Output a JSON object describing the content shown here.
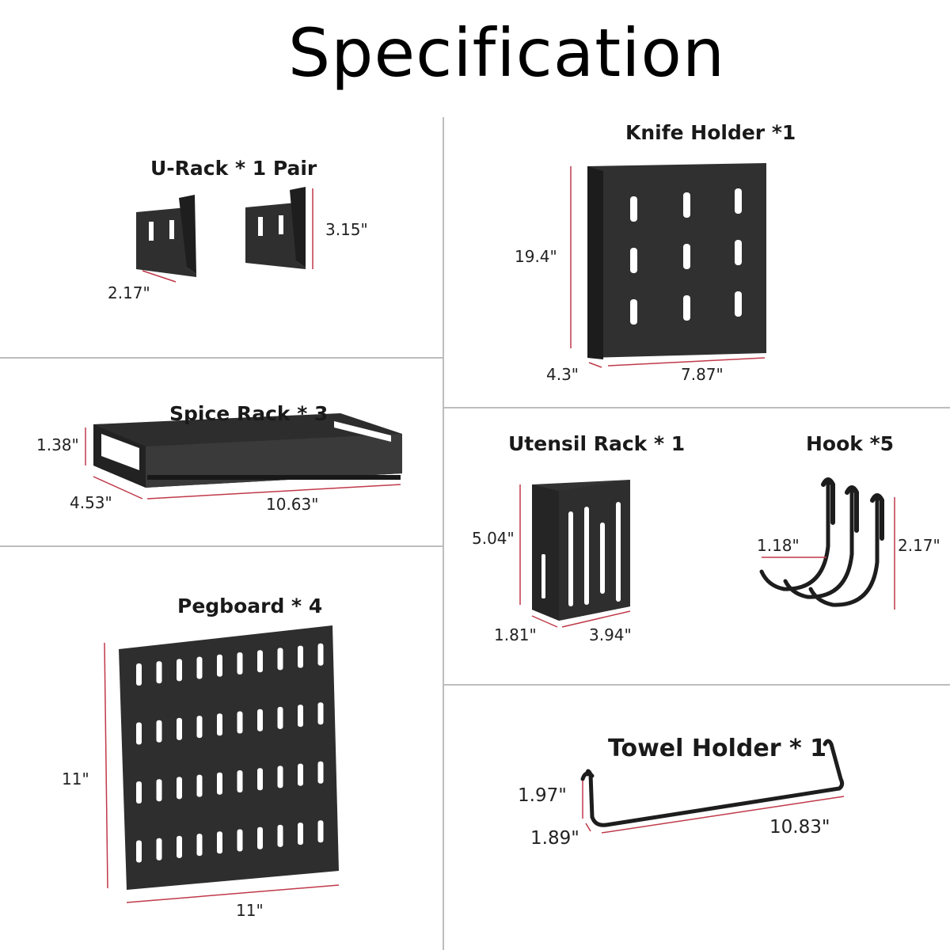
{
  "title": "Specification",
  "items": {
    "u_rack": {
      "label": "U-Rack * 1 Pair",
      "dims": [
        "3.15\"",
        "2.17\""
      ]
    },
    "knife_holder": {
      "label": "Knife Holder *1",
      "dims": [
        "19.4\"",
        "4.3\"",
        "7.87\""
      ]
    },
    "spice_rack": {
      "label": "Spice Rack * 3",
      "dims": [
        "1.38\"",
        "4.53\"",
        "10.63\""
      ]
    },
    "utensil_rack": {
      "label": "Utensil Rack * 1",
      "dims": [
        "5.04\"",
        "1.81\"",
        "3.94\""
      ]
    },
    "hook": {
      "label": "Hook *5",
      "dims": [
        "1.18\"",
        "2.17\""
      ]
    },
    "pegboard": {
      "label": "Pegboard * 4",
      "dims": [
        "11\"",
        "11\""
      ]
    },
    "towel_holder": {
      "label": "Towel Holder * 1",
      "dims": [
        "1.97\"",
        "1.89\"",
        "10.83\""
      ]
    }
  },
  "colors": {
    "product": "#2b2b2b",
    "dimension_line": "#c0394a",
    "divider": "#bdbdbd"
  }
}
